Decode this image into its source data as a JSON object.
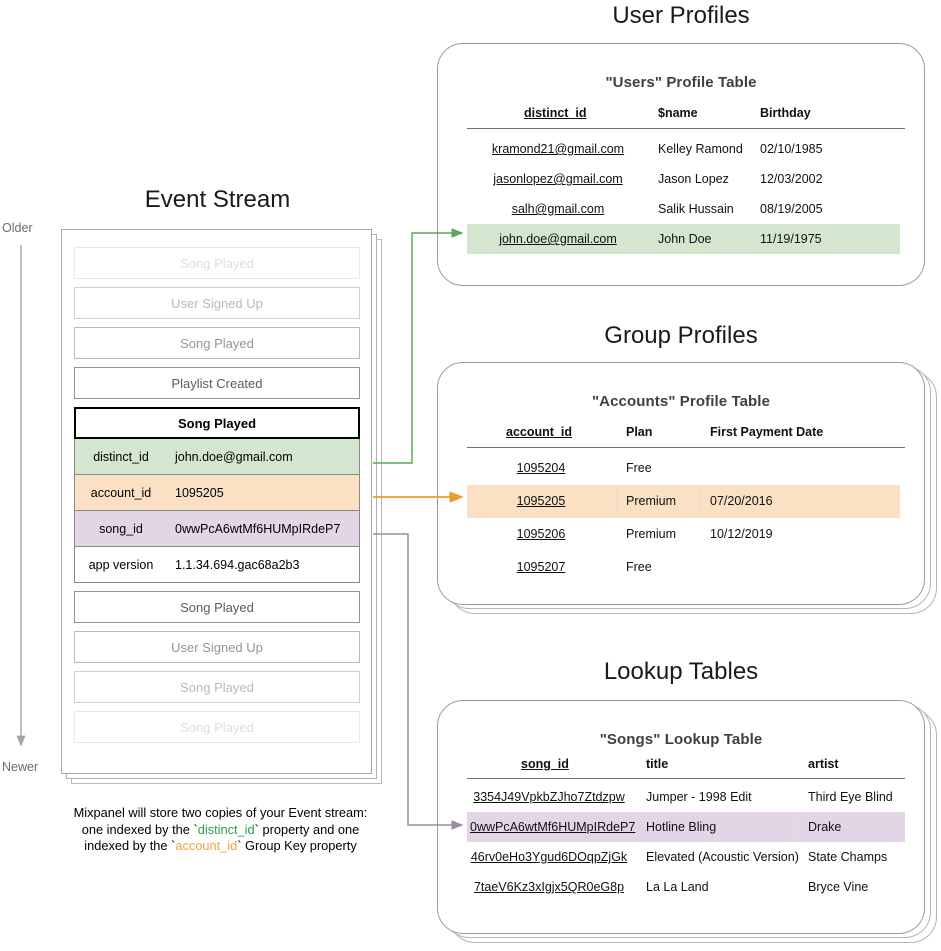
{
  "sections": {
    "user_profiles_title": "User Profiles",
    "group_profiles_title": "Group Profiles",
    "lookup_tables_title": "Lookup Tables",
    "event_stream_title": "Event Stream"
  },
  "axis": {
    "older": "Older",
    "newer": "Newer"
  },
  "caption": {
    "line1": "Mixpanel will store two copies of your Event stream:",
    "line2_pre": "one indexed by the `",
    "line2_green": "distinct_id",
    "line2_mid": "` property and one",
    "line3_pre": "indexed by the `",
    "line3_orange": "account_id",
    "line3_post": "` Group Key property"
  },
  "colors": {
    "green_row": "#d4e6d0",
    "orange_row": "#fbe0c4",
    "purple_row": "#e2d6e6",
    "green_arrow": "#5aa95f",
    "orange_arrow": "#ed9a2e",
    "purple_arrow": "#b9a8c4",
    "card_border": "#9d9d9d",
    "green_text": "#2a9d4e",
    "orange_text": "#f2a33c"
  },
  "event_stream": {
    "events": [
      {
        "label": "Song Played",
        "opacity": 0.16,
        "selected": false
      },
      {
        "label": "User Signed Up",
        "opacity": 0.34,
        "selected": false
      },
      {
        "label": "Song Played",
        "opacity": 0.52,
        "selected": false
      },
      {
        "label": "Playlist Created",
        "opacity": 0.8,
        "selected": false
      },
      {
        "label": "Song Played",
        "opacity": 1.0,
        "selected": true
      },
      {
        "label": "Song Played",
        "opacity": 0.8,
        "selected": false
      },
      {
        "label": "User Signed Up",
        "opacity": 0.52,
        "selected": false
      },
      {
        "label": "Song Played",
        "opacity": 0.34,
        "selected": false
      },
      {
        "label": "Song Played",
        "opacity": 0.16,
        "selected": false
      }
    ],
    "selected_event_properties": [
      {
        "key": "distinct_id",
        "value": "john.doe@gmail.com",
        "highlight": "green"
      },
      {
        "key": "account_id",
        "value": "1095205",
        "highlight": "orange"
      },
      {
        "key": "song_id",
        "value": "0wwPcA6wtMf6HUMpIRdeP7",
        "highlight": "purple"
      },
      {
        "key": "app version",
        "value": "1.1.34.694.gac68a2b3",
        "highlight": "none"
      }
    ]
  },
  "users_table": {
    "title": "\"Users\" Profile Table",
    "columns": [
      "distinct_id",
      "$name",
      "Birthday"
    ],
    "rows": [
      {
        "cells": [
          "kramond21@gmail.com",
          "Kelley Ramond",
          "02/10/1985"
        ],
        "highlight": false
      },
      {
        "cells": [
          "jasonlopez@gmail.com",
          "Jason Lopez",
          "12/03/2002"
        ],
        "highlight": false
      },
      {
        "cells": [
          "salh@gmail.com",
          "Salik Hussain",
          "08/19/2005"
        ],
        "highlight": false
      },
      {
        "cells": [
          "john.doe@gmail.com",
          "John Doe",
          "11/19/1975"
        ],
        "highlight": true
      }
    ]
  },
  "accounts_table": {
    "title": "\"Accounts\" Profile Table",
    "columns": [
      "account_id",
      "Plan",
      "First Payment Date"
    ],
    "rows": [
      {
        "cells": [
          "1095204",
          "Free",
          ""
        ],
        "highlight": false
      },
      {
        "cells": [
          "1095205",
          "Premium",
          "07/20/2016"
        ],
        "highlight": true
      },
      {
        "cells": [
          "1095206",
          "Premium",
          "10/12/2019"
        ],
        "highlight": false
      },
      {
        "cells": [
          "1095207",
          "Free",
          ""
        ],
        "highlight": false
      }
    ]
  },
  "songs_table": {
    "title": "\"Songs\" Lookup Table",
    "columns": [
      "song_id",
      "title",
      "artist"
    ],
    "rows": [
      {
        "cells": [
          "3354J49VpkbZJho7Ztdzpw",
          "Jumper - 1998 Edit",
          "Third Eye Blind"
        ],
        "highlight": false
      },
      {
        "cells": [
          "0wwPcA6wtMf6HUMpIRdeP7",
          "Hotline Bling",
          "Drake"
        ],
        "highlight": true
      },
      {
        "cells": [
          "46rv0eHo3Ygud6DOqpZjGk",
          "Elevated (Acoustic Version)",
          "State Champs"
        ],
        "highlight": false
      },
      {
        "cells": [
          "7taeV6Kz3xIgjx5QR0eG8p",
          "La La Land",
          "Bryce Vine"
        ],
        "highlight": false
      }
    ]
  }
}
